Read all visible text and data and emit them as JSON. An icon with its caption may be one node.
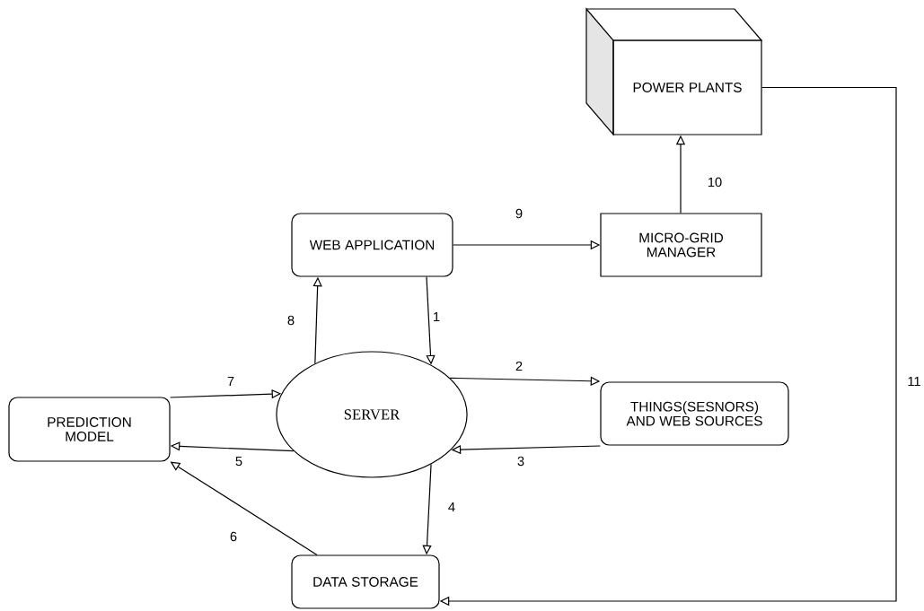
{
  "diagram": {
    "nodes": [
      {
        "text": [
          "POWER PLANTS"
        ]
      },
      {
        "text": [
          "WEB APPLICATION"
        ]
      },
      {
        "text": [
          "MICRO-GRID MANAGER"
        ]
      },
      {
        "text": [
          "SERVER"
        ]
      },
      {
        "text": [
          "THINGS(SESNORS) AND WEB SOURCES"
        ]
      },
      {
        "text": [
          "PREDICTION MODEL"
        ]
      },
      {
        "text": [
          "DATA STORAGE"
        ]
      }
    ],
    "edges": [
      {
        "from": 1,
        "to": 3,
        "arrow": "to",
        "label": "1"
      },
      {
        "from": 3,
        "to": 4,
        "arrow": "to",
        "label": "2"
      },
      {
        "from": 4,
        "to": 3,
        "arrow": "to",
        "label": "3"
      },
      {
        "from": 3,
        "to": 6,
        "arrow": "to",
        "label": "4"
      },
      {
        "from": 3,
        "to": 5,
        "arrow": "to",
        "label": "5"
      },
      {
        "from": 6,
        "to": 5,
        "arrow": "to",
        "label": "6"
      },
      {
        "from": 5,
        "to": 3,
        "arrow": "to",
        "label": "7"
      },
      {
        "from": 3,
        "to": 1,
        "arrow": "to",
        "label": "8"
      },
      {
        "from": 1,
        "to": 2,
        "arrow": "to",
        "label": "9"
      },
      {
        "from": 2,
        "to": 0,
        "arrow": "to",
        "label": "10"
      },
      {
        "from": 0,
        "to": 6,
        "arrow": "to",
        "label": "11"
      }
    ]
  }
}
